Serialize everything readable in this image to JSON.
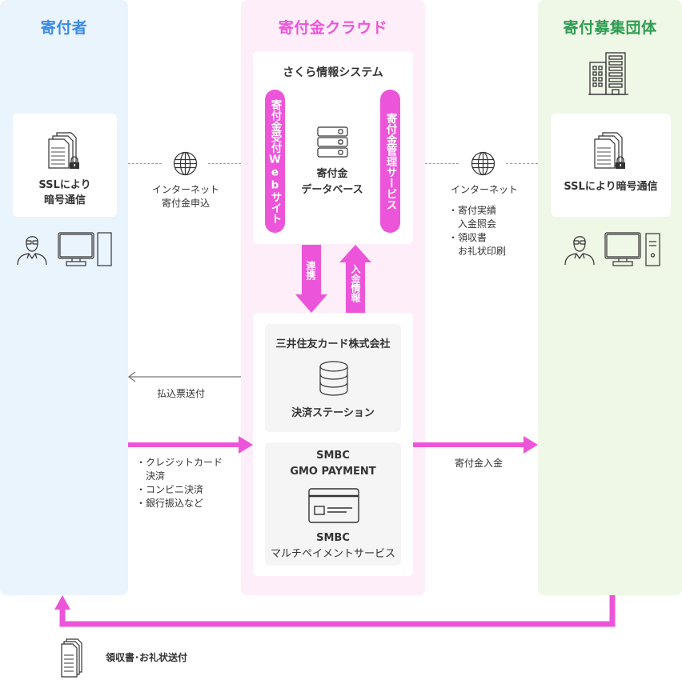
{
  "columns": {
    "donor": {
      "title": "寄付者",
      "color": "#3b8ae6",
      "ssl_line1": "SSLにより",
      "ssl_line2": "暗号通信"
    },
    "cloud": {
      "title": "寄付金クラウド",
      "color": "#ec55d9"
    },
    "org": {
      "title": "寄付募集団体",
      "color": "#2f9c53",
      "ssl_label": "SSLにより暗号通信"
    }
  },
  "sakura": {
    "title": "さくら情報システム",
    "web_pill": "寄付金受付Webサイト",
    "mgmt_pill": "寄付金管理サービス",
    "db_line1": "寄付金",
    "db_line2": "データベース"
  },
  "links": {
    "donor_internet_line1": "インターネット",
    "donor_internet_line2": "寄付金申込",
    "org_internet": "インターネット",
    "org_bullets": [
      "・寄付実績",
      "　入金照会",
      "・領収書",
      "　お礼状印刷"
    ],
    "sync_label": "連携",
    "payment_info_label": "入金情報",
    "slip_label": "払込票送付",
    "payment_methods": [
      "・クレジットカード",
      "　決済",
      "・コンビニ決済",
      "・銀行振込など"
    ],
    "deposit_label": "寄付金入金",
    "receipt_label": "領収書･お礼状送付"
  },
  "payment": {
    "smcc_company": "三井住友カード株式会社",
    "smcc_service": "決済ステーション",
    "gmo_line1": "SMBC",
    "gmo_line2": "GMO PAYMENT",
    "gmo_service_line1": "SMBC",
    "gmo_service_line2": "マルチペイメントサービス"
  },
  "colors": {
    "accent": "#ec55d9",
    "donor_bg": "#eaf4fd",
    "cloud_bg": "#fdeef9",
    "org_bg": "#eff7e6"
  }
}
